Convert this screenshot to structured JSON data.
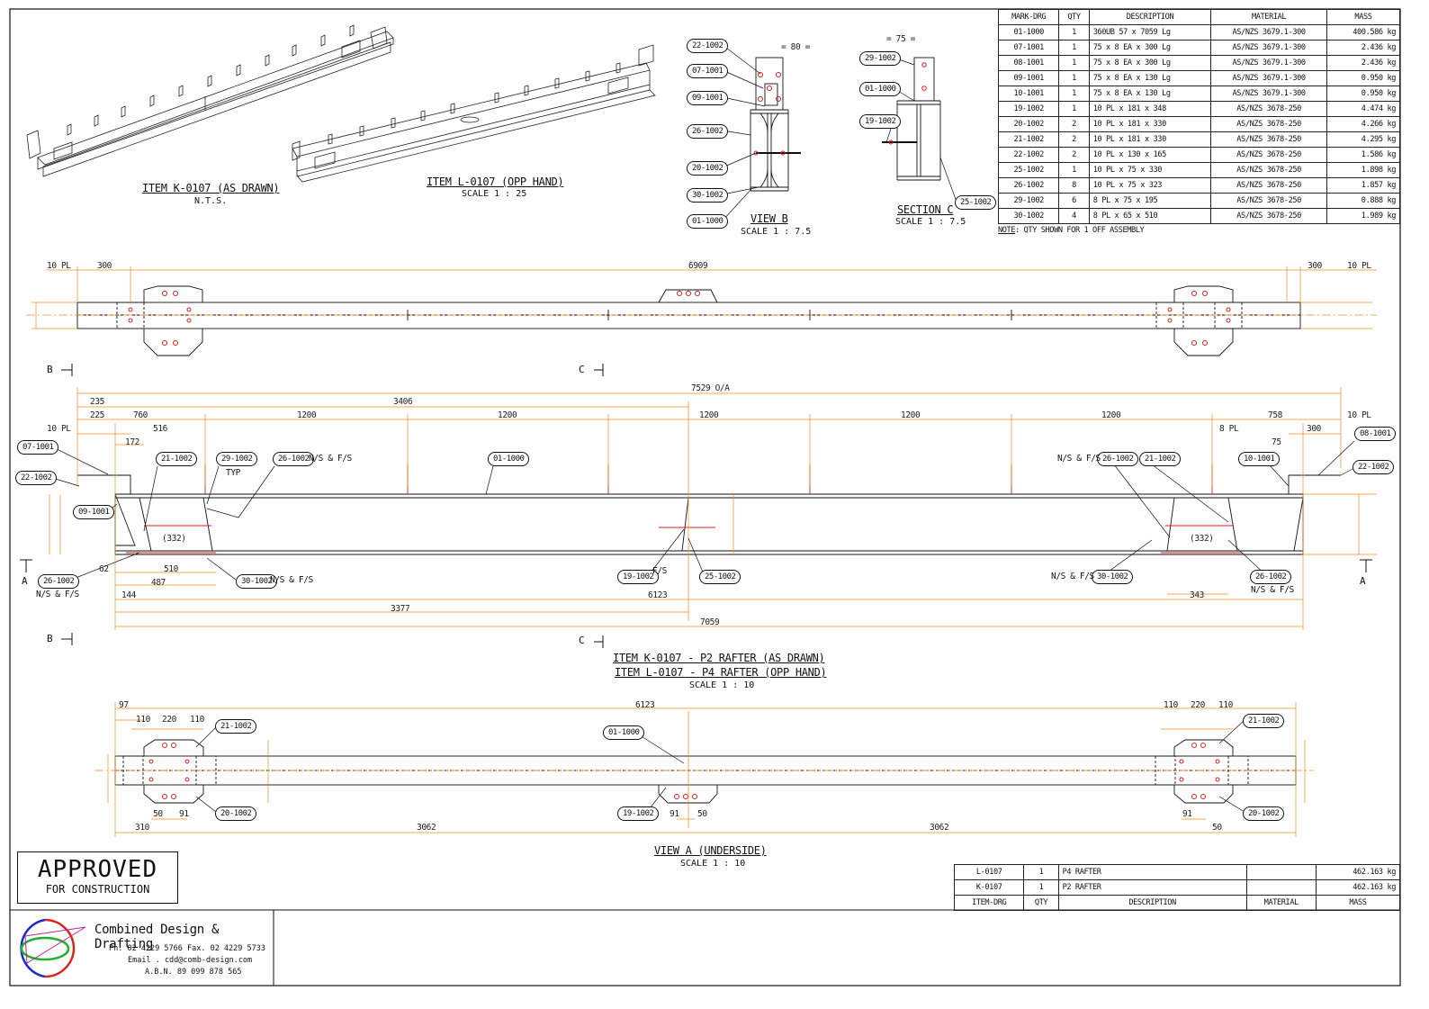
{
  "bom": {
    "headers": [
      "MARK-DRG",
      "QTY",
      "DESCRIPTION",
      "MATERIAL",
      "MASS"
    ],
    "rows": [
      [
        "01-1000",
        "1",
        "360UB 57 x 7059 Lg",
        "AS/NZS 3679.1-300",
        "400.586 kg"
      ],
      [
        "07-1001",
        "1",
        "75 x 8 EA x 300 Lg",
        "AS/NZS 3679.1-300",
        "2.436 kg"
      ],
      [
        "08-1001",
        "1",
        "75 x 8 EA x 300 Lg",
        "AS/NZS 3679.1-300",
        "2.436 kg"
      ],
      [
        "09-1001",
        "1",
        "75 x 8 EA x 130 Lg",
        "AS/NZS 3679.1-300",
        "0.950 kg"
      ],
      [
        "10-1001",
        "1",
        "75 x 8 EA x 130 Lg",
        "AS/NZS 3679.1-300",
        "0.950 kg"
      ],
      [
        "19-1002",
        "1",
        "10 PL x 181 x 348",
        "AS/NZS 3678-250",
        "4.474 kg"
      ],
      [
        "20-1002",
        "2",
        "10 PL x 181 x 330",
        "AS/NZS 3678-250",
        "4.266 kg"
      ],
      [
        "21-1002",
        "2",
        "10 PL x 181 x 330",
        "AS/NZS 3678-250",
        "4.295 kg"
      ],
      [
        "22-1002",
        "2",
        "10 PL x 130 x 165",
        "AS/NZS 3678-250",
        "1.586 kg"
      ],
      [
        "25-1002",
        "1",
        "10 PL x 75 x 330",
        "AS/NZS 3678-250",
        "1.898 kg"
      ],
      [
        "26-1002",
        "8",
        "10 PL x 75 x 323",
        "AS/NZS 3678-250",
        "1.857 kg"
      ],
      [
        "29-1002",
        "6",
        "8 PL x 75 x 195",
        "AS/NZS 3678-250",
        "0.888 kg"
      ],
      [
        "30-1002",
        "4",
        "8 PL x 65 x 510",
        "AS/NZS 3678-250",
        "1.989 kg"
      ]
    ],
    "note_label": "NOTE",
    "note_text": ": QTY SHOWN FOR 1 OFF ASSEMBLY"
  },
  "items_table": {
    "headers": [
      "ITEM-DRG",
      "QTY",
      "DESCRIPTION",
      "MATERIAL",
      "MASS"
    ],
    "rows": [
      [
        "L-0107",
        "1",
        "P4 RAFTER",
        "",
        "462.163 kg"
      ],
      [
        "K-0107",
        "1",
        "P2 RAFTER",
        "",
        "462.163 kg"
      ]
    ]
  },
  "views": {
    "iso1_title": "ITEM K-0107 (AS DRAWN)",
    "iso1_scale": "N.T.S.",
    "iso2_title": "ITEM L-0107 (OPP HAND)",
    "iso2_scale": "SCALE 1 : 25",
    "viewb_title": "VIEW B",
    "viewb_scale": "SCALE 1 : 7.5",
    "secc_title": "SECTION C",
    "secc_scale": "SCALE 1 : 7.5",
    "elev_title1": "ITEM K-0107 - P2 RAFTER (AS DRAWN)",
    "elev_title2": "ITEM L-0107 - P4 RAFTER (OPP HAND)",
    "elev_scale": "SCALE 1 : 10",
    "viewa_title": "VIEW A (UNDERSIDE)",
    "viewa_scale": "SCALE 1 : 10"
  },
  "approval": {
    "line1": "APPROVED",
    "line2": "FOR CONSTRUCTION"
  },
  "company": {
    "name": "Combined Design & Drafting",
    "phone": "Ph. 02 4229 5766     Fax. 02 4229 5733",
    "email": "Email . cdd@comb-design.com",
    "abn": "A.B.N.  89 099 878 565"
  },
  "colors": {
    "dimension": "#f08a1c",
    "hole": "#d9201c",
    "line": "#111111"
  }
}
